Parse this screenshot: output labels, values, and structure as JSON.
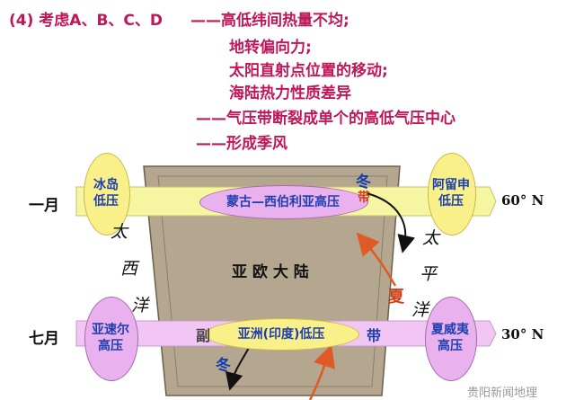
{
  "heading": {
    "prefix": "(4) 考虑A、B、C、D",
    "line1": "——高低纬间热量不均;",
    "line2": "地转偏向力;",
    "line3": "太阳直射点位置的移动;",
    "line4": "海陆热力性质差异",
    "line5": "——气压带断裂成单个的高低气压中心",
    "line6": "——形成季风"
  },
  "diagram": {
    "month_jan": "一月",
    "month_jul": "七月",
    "lat_60": "60° N",
    "lat_30": "30° N",
    "continent": "亚 欧 大 陆",
    "atlantic": [
      "太",
      "西",
      "洋"
    ],
    "pacific": [
      "太",
      "平",
      "洋"
    ],
    "iceland_low": "冰岛\n低压",
    "aleutian_low": "阿留申\n低压",
    "mongolia_high": "蒙古—西伯利亚高压",
    "azores_high": "亚速尔\n高压",
    "hawaii_high": "夏威夷\n高压",
    "asia_low": "亚洲(印度)低压",
    "winter_top": "冬",
    "summer_mid": "夏",
    "winter_bottom": "冬",
    "belt_top_char": "带",
    "belt_bottom_left": "副",
    "belt_bottom_right": "带",
    "watermark": "贵阳新闻地理"
  },
  "colors": {
    "heading": "#c0175a",
    "continent": "#b5a68f",
    "belt_yellow": "#f6f5a2",
    "belt_pink": "#f1c6f4",
    "oval_yellow": "#faf08a",
    "oval_pink": "#e9b2ee",
    "label_blue": "#1e3fb0",
    "arrow_red": "#e05a25"
  }
}
